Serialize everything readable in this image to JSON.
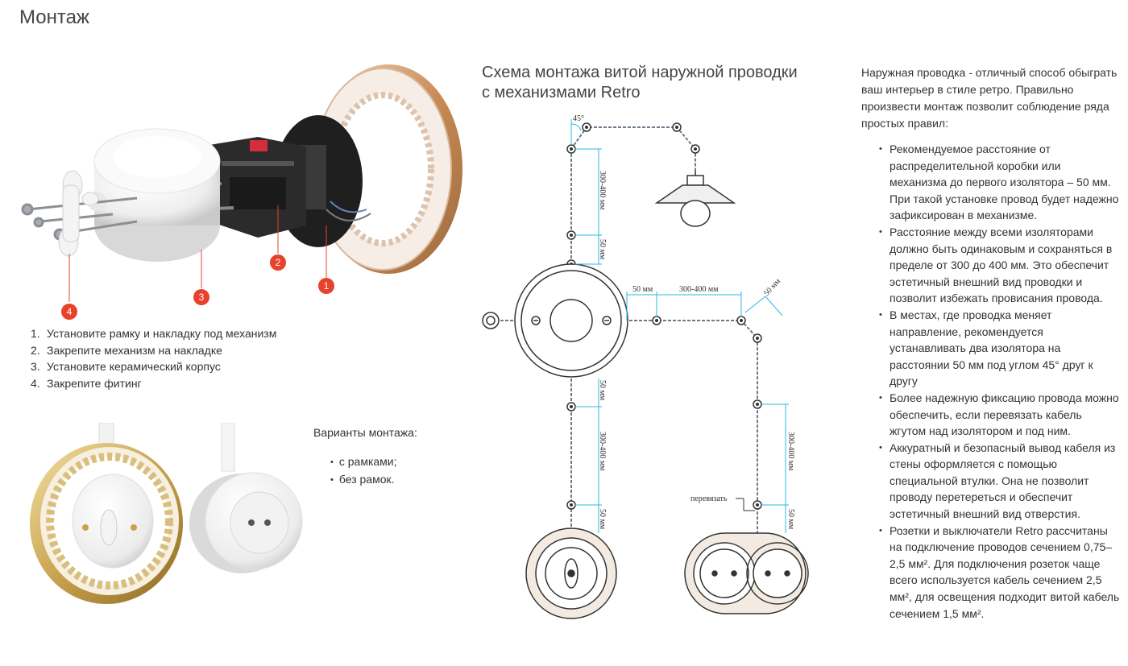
{
  "page": {
    "title": "Монтаж"
  },
  "assembly": {
    "badges": [
      "1",
      "2",
      "3",
      "4"
    ],
    "steps": [
      {
        "num": "1.",
        "text": "Установите рамку и накладку под механизм"
      },
      {
        "num": "2.",
        "text": "Закрепите механизм на накладке"
      },
      {
        "num": "3.",
        "text": "Установите керамический корпус"
      },
      {
        "num": "4.",
        "text": "Закрепите фитинг"
      }
    ]
  },
  "variants": {
    "title": "Варианты монтажа:",
    "items": [
      "с рамками;",
      "без рамок."
    ]
  },
  "schema": {
    "title_line1": "Схема монтажа витой наружной проводки",
    "title_line2": "с механизмами Retro",
    "angle_label": "45°",
    "dim_300_400": "300-400 мм",
    "dim_50": "50 мм",
    "tie_label": "перевязать"
  },
  "info": {
    "intro": "Наружная проводка - отличный способ обыграть ваш интерьер в стиле ретро. Правильно произвести монтаж позволит соблюдение ряда простых правил:",
    "rules": [
      "Рекомендуемое расстояние от распределительной коробки или механизма до первого изолятора – 50 мм. При такой установке провод будет надежно зафиксирован в механизме.",
      "Расстояние между всеми изоляторами должно быть одинаковым и сохраняться в пределе от 300 до 400 мм. Это обеспечит эстетичный внешний вид проводки и позволит избежать провисания провода.",
      "В местах, где проводка меняет направление, рекомендуется устанавливать два изолятора на расстоянии 50 мм под углом 45° друг к другу",
      "Более надежную фиксацию провода можно обеспечить, если перевязать кабель жгутом над изолятором и под ним.",
      "Аккуратный и безопасный вывод кабеля из стены оформляется с помощью специальной втулки. Она не позволит проводу перетереться и обеспечит эстетичный внешний вид отверстия.",
      "Розетки и выключатели Retro рассчитаны на подключение проводов сечением 0,75–2,5 мм². Для подключения розеток чаще всего используется кабель сечением 2,5 мм², для освещения подходит витой кабель сечением 1,5 мм²."
    ]
  },
  "colors": {
    "accent": "#e8412c",
    "gold": "#c8a45c",
    "dim_line": "#2bb7e6",
    "wire": "#6b7a8a"
  }
}
